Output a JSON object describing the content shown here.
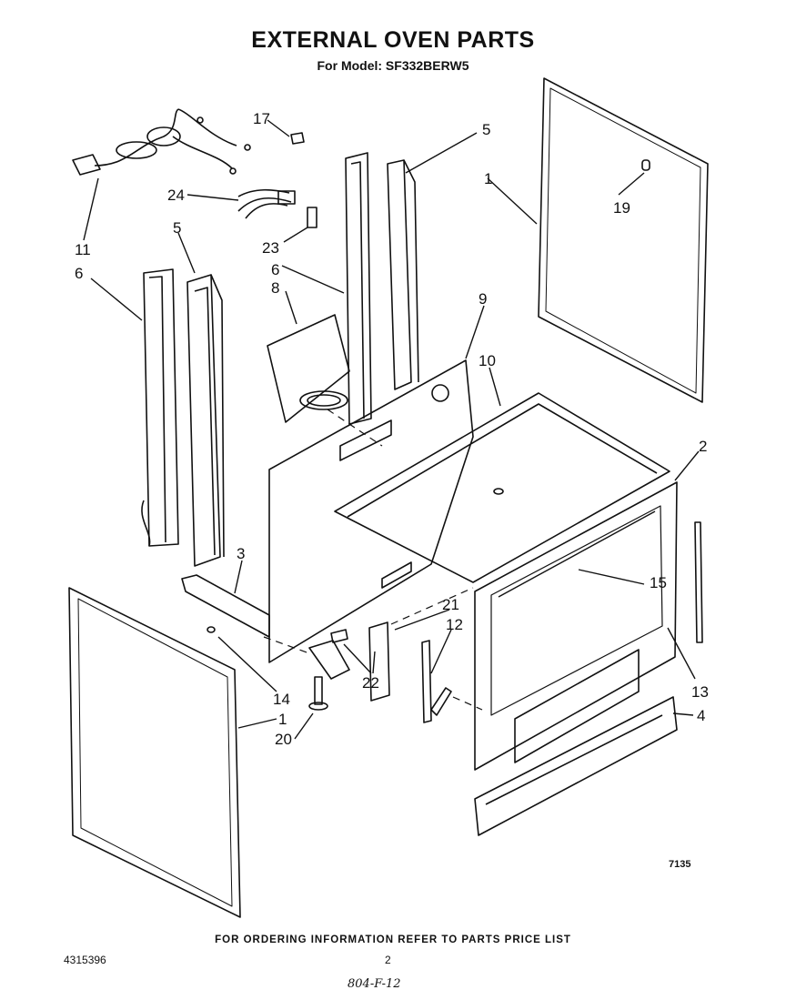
{
  "header": {
    "title": "EXTERNAL OVEN PARTS",
    "model": "For Model: SF332BERW5"
  },
  "callouts": [
    "1",
    "1",
    "2",
    "3",
    "4",
    "5",
    "5",
    "6",
    "6",
    "8",
    "9",
    "10",
    "11",
    "12",
    "13",
    "14",
    "15",
    "17",
    "19",
    "20",
    "21",
    "22",
    "23",
    "24"
  ],
  "figure_number": "7135",
  "footer": {
    "notice": "FOR ORDERING INFORMATION REFER TO PARTS PRICE LIST",
    "doc_number": "4315396",
    "page": "2",
    "handwritten": "804-F-12"
  }
}
